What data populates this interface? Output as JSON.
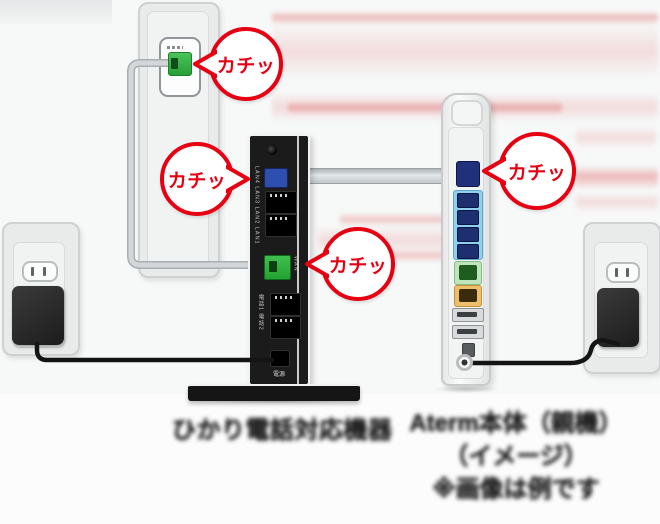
{
  "diagram": {
    "click_bubble_label": "カチッ",
    "captions": {
      "left_device": "ひかり電話対応機器",
      "right_device_line1": "Aterm本体（親機）",
      "right_device_line2": "（イメージ）",
      "right_device_line3": "※画像は例です"
    },
    "black_device": {
      "lan_ports_label": "LAN4 LAN3 LAN2 LAN1",
      "wan_port_label": "WAN",
      "phone_ports_label": "電話1 電話2",
      "power_label": "電源"
    },
    "colors": {
      "accent_red": "#e60012",
      "stripe_pink": "#de6262",
      "device_black": "#1b1b1b",
      "cable_gray": "#d3d7d9",
      "port_blue": "#2e4fae",
      "port_green": "#2db43c",
      "lan_panel_blue": "#8fd0ee",
      "panel_green": "#bfe5bd",
      "panel_orange": "#edbf6b"
    }
  }
}
